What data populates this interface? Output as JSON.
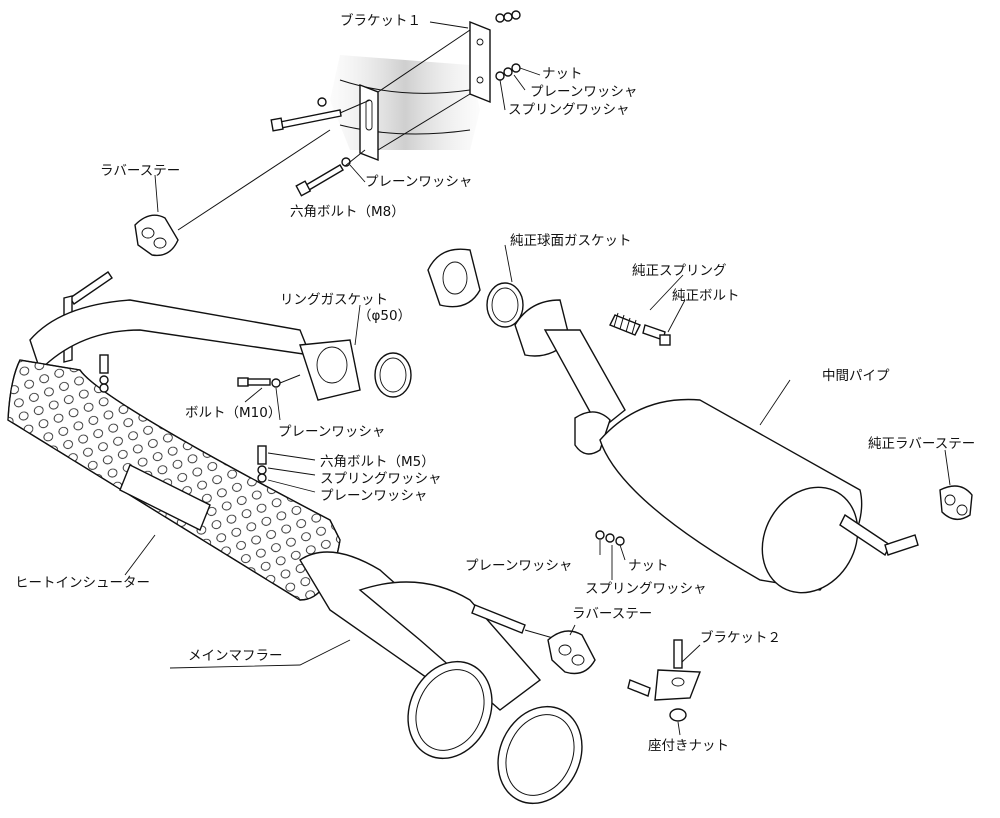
{
  "labels": {
    "bracket1": "ブラケット１",
    "nut_top": "ナット",
    "plain_washer_top": "プレーンワッシャ",
    "spring_washer_top": "スプリングワッシャ",
    "rubber_stay_top": "ラバーステー",
    "plain_washer_mid": "プレーンワッシャ",
    "hex_bolt_m8": "六角ボルト（M8）",
    "oem_spherical_gasket": "純正球面ガスケット",
    "oem_spring": "純正スプリング",
    "oem_bolt": "純正ボルト",
    "ring_gasket": "リングガスケット",
    "ring_gasket_size": "（φ50）",
    "bolt_m10": "ボルト（M10）",
    "plain_washer_bolt": "プレーンワッシャ",
    "center_pipe": "中間パイプ",
    "oem_rubber_stay": "純正ラバーステー",
    "hex_bolt_m5": "六角ボルト（M5）",
    "spring_washer_m5": "スプリングワッシャ",
    "plain_washer_m5": "プレーンワッシャ",
    "plain_washer_low": "プレーンワッシャ",
    "nut_low": "ナット",
    "spring_washer_low": "スプリングワッシャ",
    "heat_insulator": "ヒートインシューター",
    "rubber_stay_low": "ラバーステー",
    "bracket2": "ブラケット２",
    "main_muffler": "メインマフラー",
    "flange_nut": "座付きナット"
  },
  "colors": {
    "line": "#111111",
    "shade": "#d8d8d8",
    "background": "#ffffff"
  }
}
